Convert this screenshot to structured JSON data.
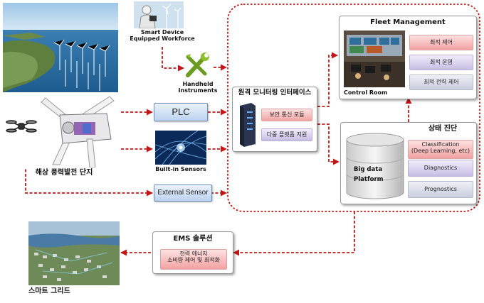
{
  "labels": {
    "smart_device": "Smart Device\nEquipped Workforce",
    "handheld": "Handheld\nInstruments",
    "wind_farm": "해상 풍력발전 단지",
    "plc": "PLC",
    "built_in": "Built-in Sensors",
    "external_sensor": "External Sensor",
    "remote_monitoring": "원격 모니터링 인터페이스",
    "secure_comm": "보안 통신 모듈",
    "multi_platform": "다중 플랫폼 지원",
    "fleet_management": "Fleet Management",
    "control_room": "Control Room",
    "optimal_control": "최적 제어",
    "optimal_operation": "최적 운영",
    "optimal_power_control": "최적 전력 제어",
    "diagnosis": "상태 진단",
    "big_data": "Big data\nPlatform",
    "classification": "Classification\n(Deep Learning, etc)",
    "diagnostics": "Diagnostics",
    "prognostics": "Prognostics",
    "ems": "EMS 솔루션",
    "ems_desc": "전력 에너지\n소비량 제어 및 최적화",
    "smart_grid": "스마트 그리드"
  },
  "colors": {
    "connector": "#c01818",
    "pink_box": "#f2a1a1",
    "lavender_box": "#c7bde4",
    "blue_tag": "#bcd3ee"
  }
}
